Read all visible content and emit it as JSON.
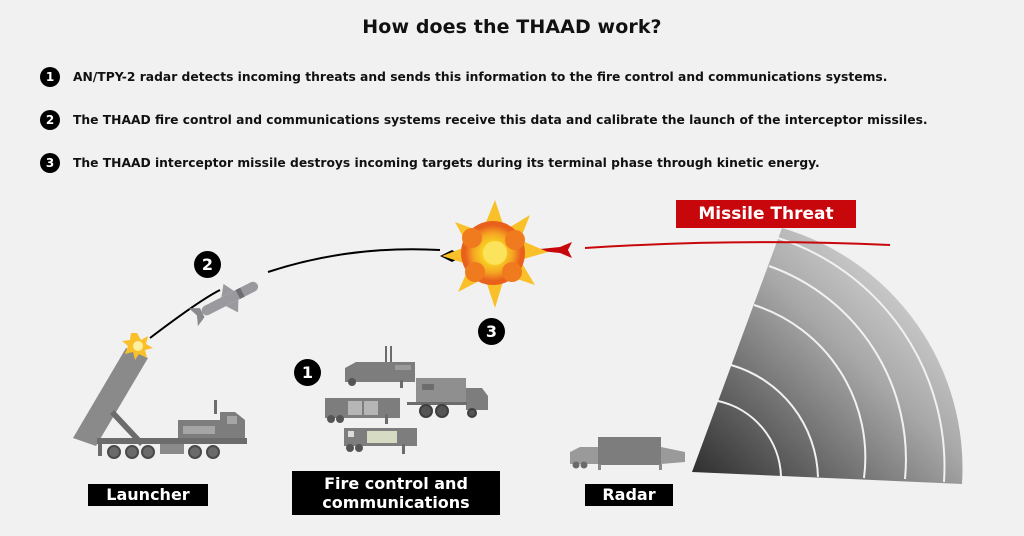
{
  "title": "How does the THAAD work?",
  "steps": [
    {
      "number": "1",
      "text": "AN/TPY-2 radar detects incoming threats and sends this information to the fire control and communications systems."
    },
    {
      "number": "2",
      "text": "The THAAD fire control and communications systems receive this data and calibrate the launch of the interceptor missiles."
    },
    {
      "number": "3",
      "text": "The THAAD interceptor missile destroys incoming targets during its terminal phase through kinetic energy."
    }
  ],
  "diagram": {
    "badges": {
      "launch": "2",
      "intercept": "3",
      "fire_control": "1"
    },
    "labels": {
      "launcher": "Launcher",
      "fire_control_line1": "Fire control and",
      "fire_control_line2": "communications",
      "radar": "Radar",
      "missile_threat": "Missile Threat"
    },
    "colors": {
      "background": "#f1f1f1",
      "threat_red": "#c8070d",
      "vehicle_gray": "#7d7d7d",
      "explosion_orange": "#f07a1e",
      "explosion_yellow": "#f9d423"
    }
  }
}
